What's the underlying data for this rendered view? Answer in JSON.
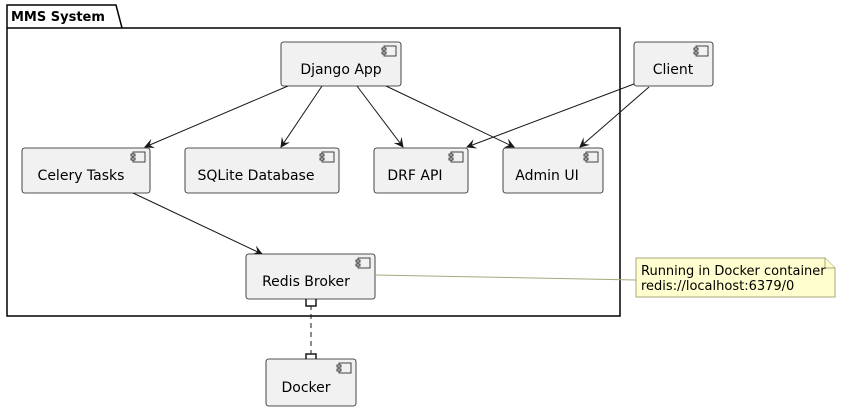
{
  "package": {
    "label": "MMS System"
  },
  "components": {
    "django": "Django App",
    "client": "Client",
    "celery": "Celery Tasks",
    "sqlite": "SQLite Database",
    "drf": "DRF API",
    "admin": "Admin UI",
    "redis": "Redis Broker",
    "docker": "Docker"
  },
  "note": {
    "line1": "Running in Docker container",
    "line2": "redis://localhost:6379/0"
  },
  "colors": {
    "component_fill": "#f1f1f1",
    "component_stroke": "#181818",
    "note_fill": "#fefece",
    "note_stroke": "#a8a87c"
  }
}
